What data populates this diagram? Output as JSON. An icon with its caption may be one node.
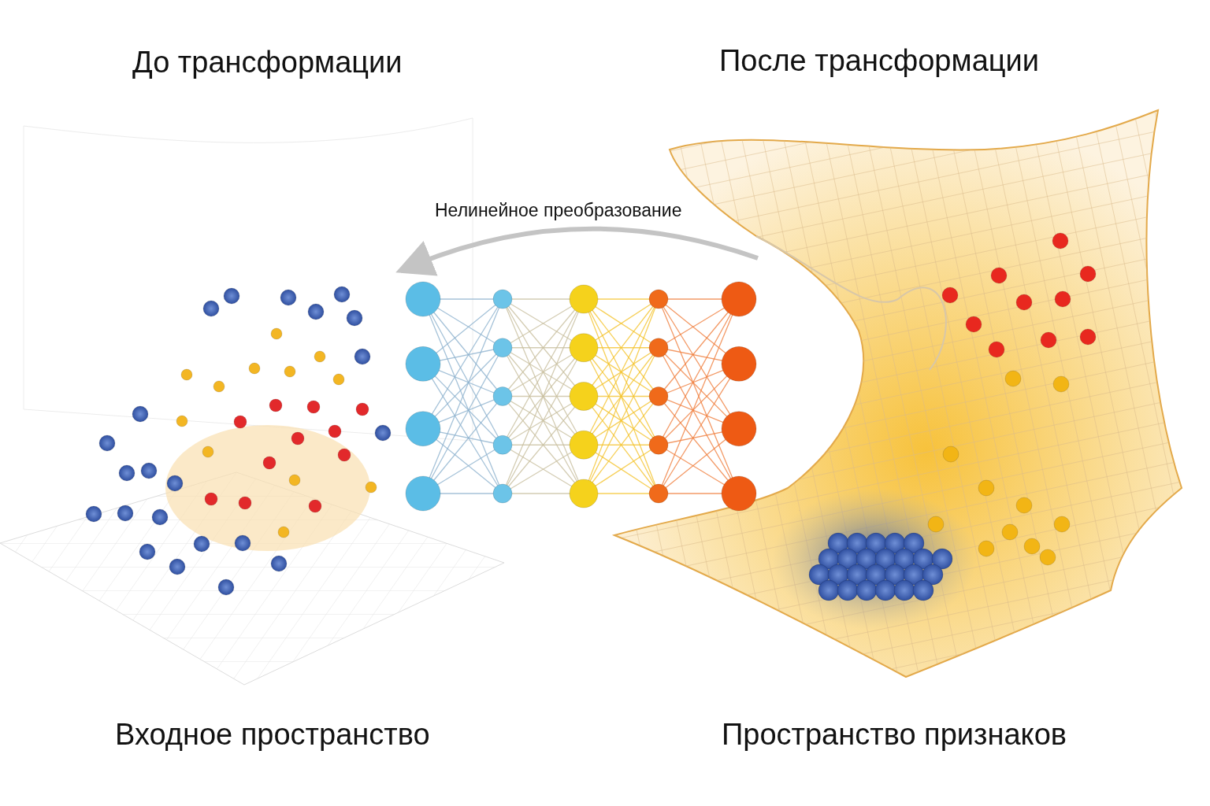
{
  "diagram": {
    "labels": [
      "До трансформации",
      "После трансформации",
      "Нелинейное преобразование",
      "Входное пространство",
      "Пространство признаков"
    ]
  }
}
